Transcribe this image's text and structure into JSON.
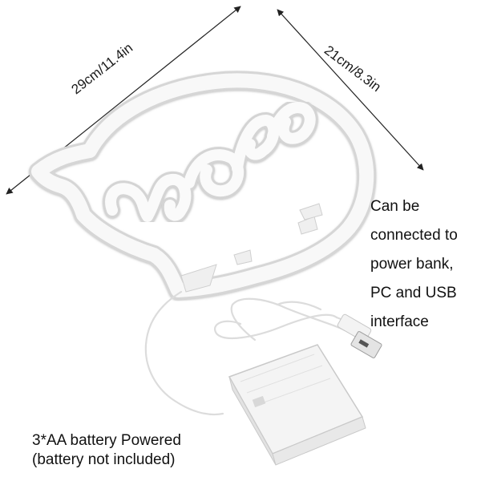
{
  "dimensions": {
    "width_label": "29cm/11.4in",
    "height_label": "21cm/8.3in"
  },
  "features": {
    "lines": [
      "Can be",
      "connected to",
      "power bank,",
      "PC and USB",
      "interface"
    ]
  },
  "power_note": {
    "line1": "3*AA battery Powered",
    "line2": "(battery not included)"
  },
  "colors": {
    "neon_tube": "#f7f7f7",
    "tube_shadow": "#d9d9d9",
    "text": "#111111"
  }
}
